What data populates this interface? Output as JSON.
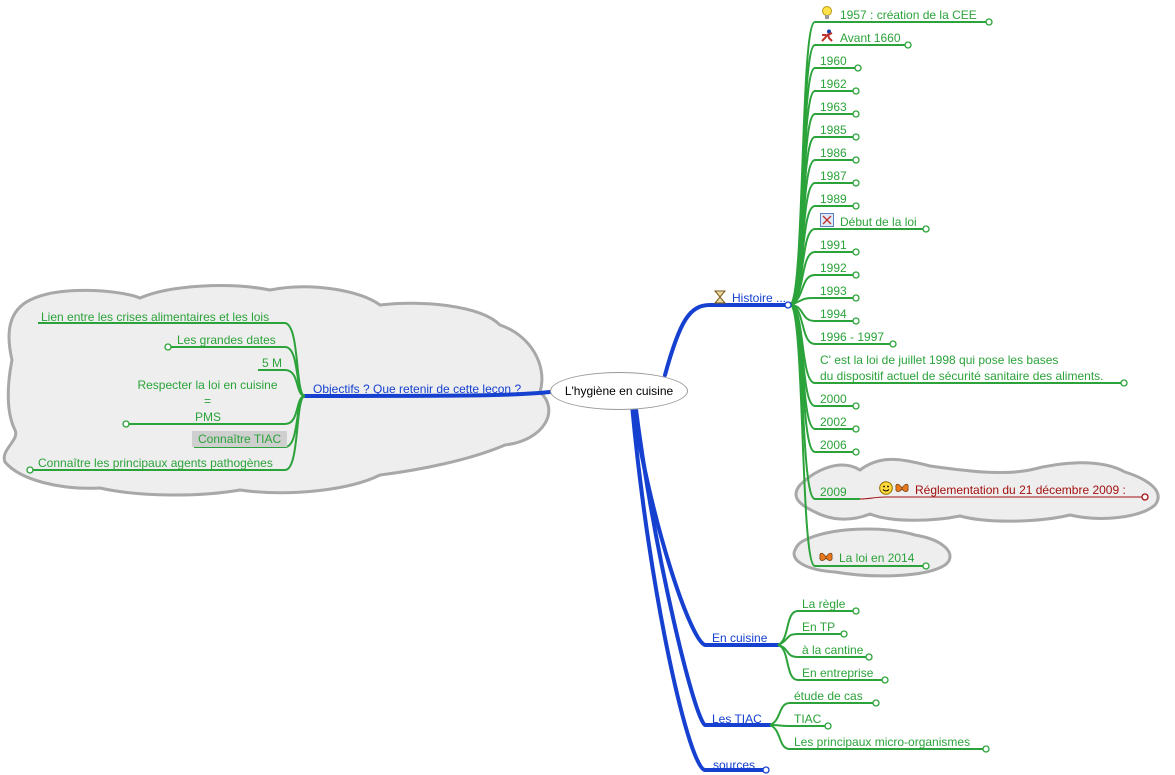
{
  "central": {
    "title": "L'hygiène en cuisine"
  },
  "objectives": {
    "label": "Objectifs ? Que retenir de cette leçon ?",
    "items": {
      "crises": "Lien entre les crises alimentaires et les lois",
      "dates": "Les grandes dates",
      "five_m": "5 M",
      "respect_line1": "Respecter la loi en cuisine",
      "respect_line2": "=",
      "respect_line3": "PMS",
      "tiac": "Connaître TIAC",
      "pathogens": "Connaître les principaux agents pathogènes"
    }
  },
  "history": {
    "label": "Histoire ...",
    "items": {
      "i1957": "1957 : création de la CEE",
      "avant1660": "Avant 1660",
      "y1960": "1960",
      "y1962": "1962",
      "y1963": "1963",
      "y1985": "1985",
      "y1986": "1986",
      "y1987": "1987",
      "y1989": "1989",
      "debut": "Début de la loi",
      "y1991": "1991",
      "y1992": "1992",
      "y1993": "1993",
      "y1994": "1994",
      "y19967": "1996 - 1997",
      "loi1998_line1": "C' est la loi de juillet 1998 qui pose les bases",
      "loi1998_line2": "du dispositif actuel de sécurité sanitaire des aliments.",
      "y2000": "2000",
      "y2002": "2002",
      "y2006": "2006",
      "y2009": "2009",
      "reglementation": "Réglementation du 21 décembre 2009 :",
      "loi2014": "La loi en 2014"
    }
  },
  "en_cuisine": {
    "label": "En cuisine",
    "items": {
      "regle": "La règle",
      "tp": "En TP",
      "cantine": "à la cantine",
      "entreprise": "En entreprise"
    }
  },
  "les_tiac": {
    "label": "Les TIAC",
    "items": {
      "etude": "étude de cas",
      "tiac": "TIAC",
      "micro": "Les principaux micro-organismes"
    }
  },
  "sources": {
    "label": "sources"
  },
  "icons": {
    "hourglass": "hourglass-icon",
    "lightbulb": "lightbulb-icon",
    "runner": "running-person-icon",
    "calendar": "calendar-icon",
    "smiley": "smiley-icon",
    "butterfly": "butterfly-icon"
  },
  "colors": {
    "branch_blue": "#1540d0",
    "leaf_green": "#2ba33a",
    "cloud_fill": "#eeeeee",
    "cloud_stroke": "#a8a8a8",
    "highlight_red": "#a31010"
  }
}
